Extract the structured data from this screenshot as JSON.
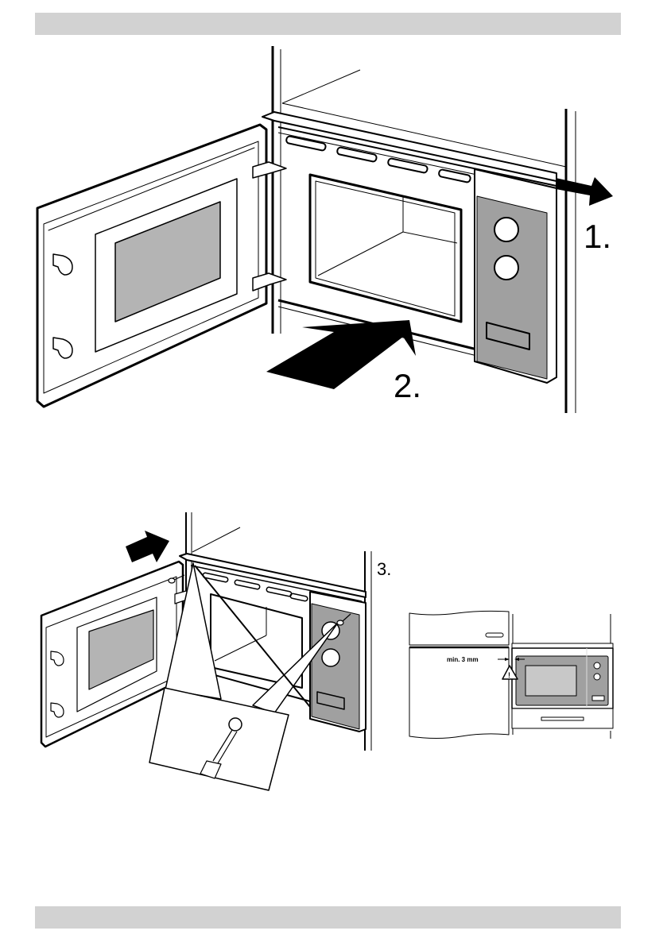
{
  "page": {
    "header_bar": "",
    "footer_bar": ""
  },
  "figure1": {
    "step1_label": "1.",
    "step2_label": "2."
  },
  "figure2": {
    "step3_label": "3."
  },
  "figure3": {
    "gap_label": "min. 3 mm",
    "warning_symbol": "!"
  },
  "colors": {
    "bar": "#d2d2d2",
    "panel_gray": "#a0a0a0",
    "window_gray": "#b4b4b4",
    "line": "#000000"
  }
}
